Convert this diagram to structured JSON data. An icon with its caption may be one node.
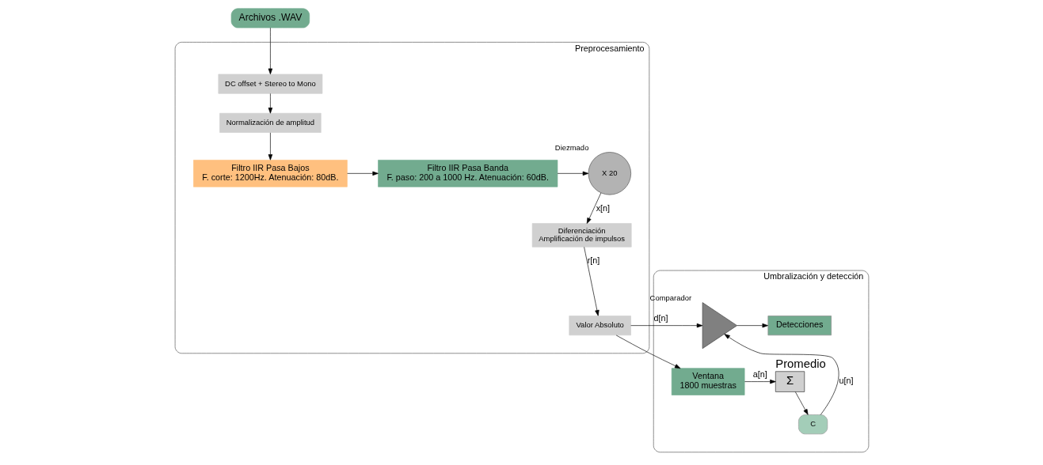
{
  "diagram": {
    "nodes": [
      {
        "text": [
          "Archivos .WAV"
        ]
      },
      {
        "text": [
          "Preprocesamiento"
        ]
      },
      {
        "text": [
          "DC offset + Stereo to Mono"
        ],
        "in": 1
      },
      {
        "text": [
          "Normalización de amplitud"
        ],
        "in": 1
      },
      {
        "text": [
          "Filtro IIR Pasa Bajos",
          "F. corte: 1200Hz. Atenuación: 80dB."
        ],
        "in": 1
      },
      {
        "text": [
          "Filtro IIR Pasa Banda",
          "F. paso: 200 a 1000 Hz. Atenuación: 60dB."
        ],
        "in": 1
      },
      {
        "text": [
          "X 20"
        ],
        "beside": [
          "Diezmado"
        ],
        "in": 1
      },
      {
        "text": [
          "Diferenciación",
          "Amplificación de impulsos"
        ],
        "in": 1
      },
      {
        "text": [
          "Valor Absoluto"
        ],
        "in": 1
      },
      {
        "text": [
          "Umbralización y detección"
        ]
      },
      {
        "text": [],
        "shape": "triangle",
        "beside": [
          "Comparador"
        ],
        "in": 9
      },
      {
        "text": [
          "Detecciones"
        ],
        "in": 9
      },
      {
        "text": [
          "Ventana",
          "1800 muestras"
        ],
        "in": 9
      },
      {
        "text": [
          "Σ"
        ],
        "beside": [
          "Promedio"
        ],
        "in": 9
      },
      {
        "text": [
          "C"
        ],
        "in": 9
      }
    ],
    "edges": [
      {
        "from": 0,
        "to": 2,
        "arrow": "to"
      },
      {
        "from": 2,
        "to": 3,
        "arrow": "to"
      },
      {
        "from": 3,
        "to": 4,
        "arrow": "to"
      },
      {
        "from": 4,
        "to": 5,
        "arrow": "to"
      },
      {
        "from": 5,
        "to": 6,
        "arrow": "to"
      },
      {
        "from": 6,
        "to": 7,
        "label": "x[n]",
        "arrow": "to"
      },
      {
        "from": 7,
        "to": 8,
        "label": "r[n]",
        "arrow": "to"
      },
      {
        "from": 8,
        "to": 10,
        "label": "d[n]",
        "arrow": "to"
      },
      {
        "from": 8,
        "to": 12,
        "arrow": "to"
      },
      {
        "from": 12,
        "to": 13,
        "label": "a[n]",
        "arrow": "to"
      },
      {
        "from": 13,
        "to": 14,
        "arrow": "to"
      },
      {
        "from": 14,
        "to": 10,
        "label": "u[n]",
        "arrow": "to"
      },
      {
        "from": 10,
        "to": 11,
        "arrow": "to"
      }
    ]
  }
}
